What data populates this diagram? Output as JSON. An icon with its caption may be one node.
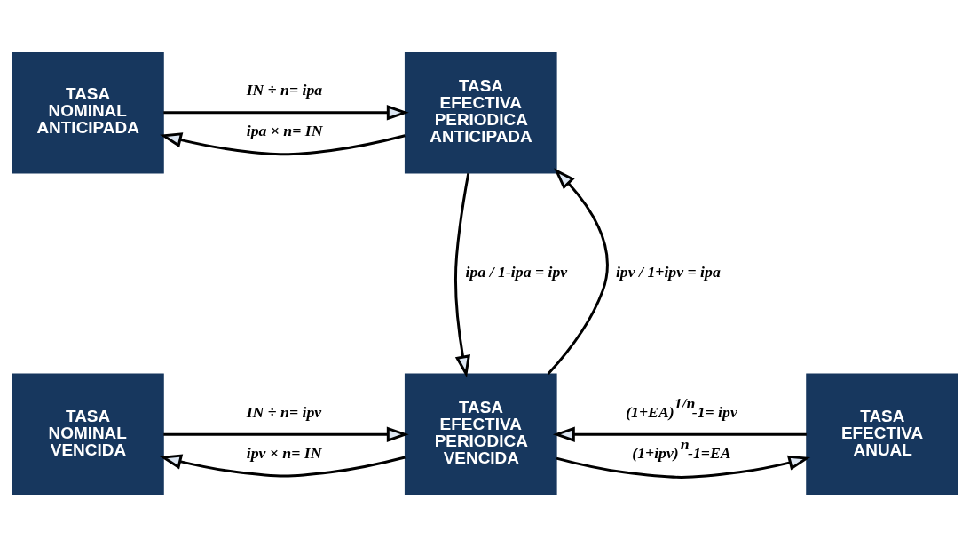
{
  "diagram": {
    "nodes": [
      {
        "text": [
          "TASA NOMINAL VENCIDA"
        ]
      },
      {
        "text": [
          "TASA EFECTIVA PERIODICA VENCIDA"
        ]
      },
      {
        "text": [
          "TASA EFECTIVA ANUAL"
        ]
      },
      {
        "text": [
          "TASA NOMINAL ANTICIPADA"
        ]
      },
      {
        "text": [
          "TASA EFECTIVA PERIODICA ANTICIPADA"
        ]
      }
    ],
    "edges": [
      {
        "from": 0,
        "to": 1,
        "arrow": "to",
        "label": "IN ÷ n= ipv"
      },
      {
        "from": 1,
        "to": 0,
        "arrow": "to",
        "label": "ipv × n= IN"
      },
      {
        "from": 1,
        "to": 2,
        "arrow": "to",
        "label": "(1+ipv)$^{n}$-1=EA"
      },
      {
        "from": 2,
        "to": 1,
        "arrow": "to",
        "label": "(1+EA)$^{1/n}$-1= ipv"
      },
      {
        "from": 4,
        "to": 1,
        "arrow": "to",
        "label": "ipa / 1-ipa = ipv"
      },
      {
        "from": 1,
        "to": 4,
        "arrow": "to",
        "label": "ipv / 1+ipv = ipa"
      },
      {
        "from": 3,
        "to": 4,
        "arrow": "to",
        "label": "IN ÷ n= ipa"
      },
      {
        "from": 4,
        "to": 3,
        "arrow": "to",
        "label": "ipa × n= IN"
      }
    ]
  }
}
